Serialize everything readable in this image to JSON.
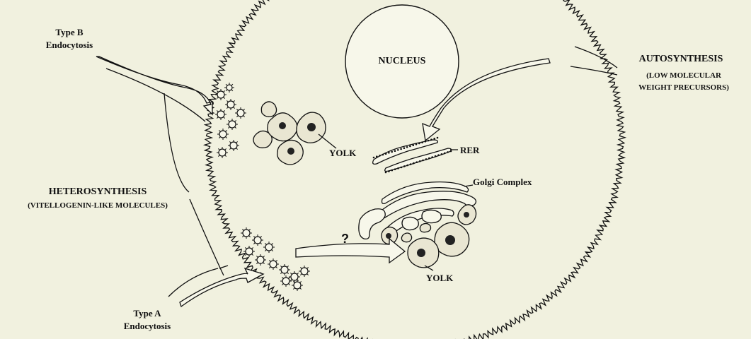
{
  "diagram": {
    "labels": {
      "type_b": [
        "Type B",
        "Endocytosis"
      ],
      "type_a": [
        "Type A",
        "Endocytosis"
      ],
      "heterosynthesis": [
        "HETEROSYNTHESIS",
        "(VITELLOGENIN-LIKE MOLECULES)"
      ],
      "autosynthesis": [
        "AUTOSYNTHESIS",
        "(LOW MOLECULAR",
        "WEIGHT PRECURSORS)"
      ],
      "nucleus": "NUCLEUS",
      "yolk_upper": "YOLK",
      "yolk_lower": "YOLK",
      "rer": "RER",
      "golgi": "Golgi Complex",
      "question": "?"
    }
  }
}
